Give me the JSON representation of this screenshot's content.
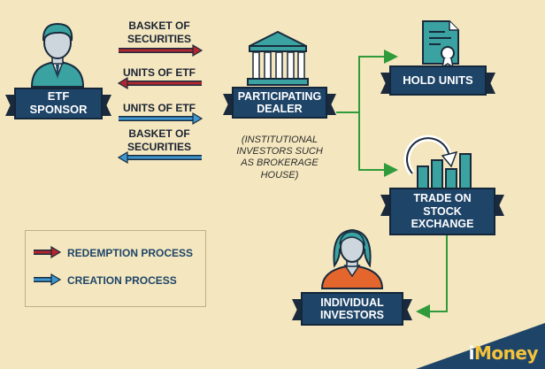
{
  "nodes": {
    "etf_sponsor": "ETF\nSPONSOR",
    "participating_dealer": "PARTICIPATING\nDEALER",
    "dealer_note": "(INSTITUTIONAL\nINVESTORS SUCH\nAS BROKERAGE\nHOUSE)",
    "hold_units": "HOLD UNITS",
    "trade_on_stock_exchange": "TRADE ON\nSTOCK\nEXCHANGE",
    "individual_investors": "INDIVIDUAL\nINVESTORS"
  },
  "flows": [
    {
      "label": "BASKET OF\nSECURITIES",
      "process": "redemption",
      "direction": "right"
    },
    {
      "label": "UNITS OF ETF",
      "process": "redemption",
      "direction": "left"
    },
    {
      "label": "UNITS OF ETF",
      "process": "creation",
      "direction": "right"
    },
    {
      "label": "BASKET OF\nSECURITIES",
      "process": "creation",
      "direction": "left"
    }
  ],
  "legend": [
    {
      "label": "REDEMPTION PROCESS",
      "color": "#b3262f"
    },
    {
      "label": "CREATION PROCESS",
      "color": "#3d97d0"
    }
  ],
  "colors": {
    "background": "#f4e7bf",
    "banner": "#1e4468",
    "connector": "#2f9b3a",
    "redemption": "#b3262f",
    "creation": "#3d97d0"
  },
  "brand": {
    "prefix": "i",
    "name": "Money"
  }
}
